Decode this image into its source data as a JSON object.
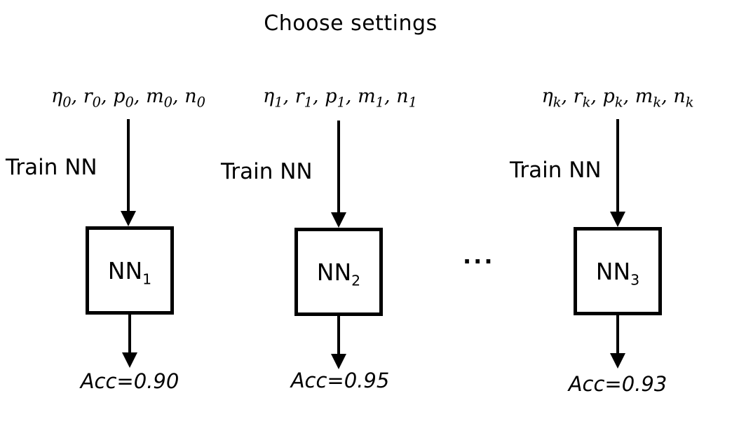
{
  "title": "Choose settings",
  "separator": ", ",
  "ellipsis": "...",
  "colors": {
    "ink": "#000000",
    "background": "#ffffff"
  },
  "columns": [
    {
      "params": [
        {
          "base": "η",
          "sub": "0"
        },
        {
          "base": "r",
          "sub": "0"
        },
        {
          "base": "p",
          "sub": "0"
        },
        {
          "base": "m",
          "sub": "0"
        },
        {
          "base": "n",
          "sub": "0"
        }
      ],
      "train_label": "Train NN",
      "node": {
        "name": "NN",
        "sub": "1"
      },
      "accuracy_label": "Acc=0.90"
    },
    {
      "params": [
        {
          "base": "η",
          "sub": "1"
        },
        {
          "base": "r",
          "sub": "1"
        },
        {
          "base": "p",
          "sub": "1"
        },
        {
          "base": "m",
          "sub": "1"
        },
        {
          "base": "n",
          "sub": "1"
        }
      ],
      "train_label": "Train NN",
      "node": {
        "name": "NN",
        "sub": "2"
      },
      "accuracy_label": "Acc=0.95"
    },
    {
      "params": [
        {
          "base": "η",
          "sub": "k"
        },
        {
          "base": "r",
          "sub": "k"
        },
        {
          "base": "p",
          "sub": "k"
        },
        {
          "base": "m",
          "sub": "k"
        },
        {
          "base": "n",
          "sub": "k"
        }
      ],
      "train_label": "Train NN",
      "node": {
        "name": "NN",
        "sub": "3"
      },
      "accuracy_label": "Acc=0.93"
    }
  ]
}
